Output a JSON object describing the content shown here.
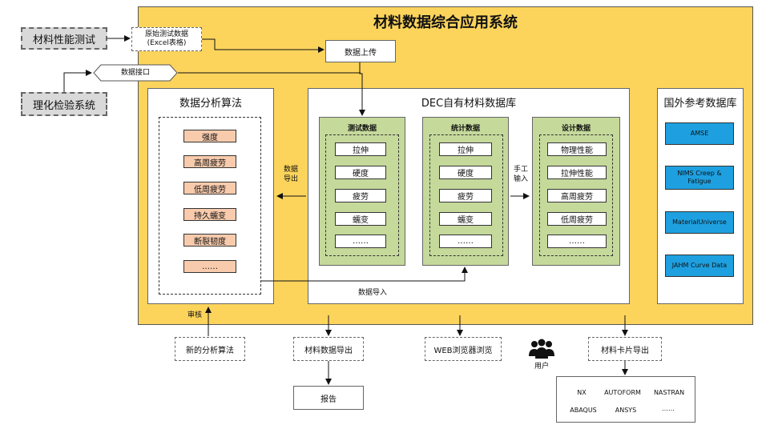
{
  "title": "材料数据综合应用系统",
  "external": {
    "material_test": "材料性能测试",
    "phys_chem": "理化检验系统"
  },
  "raw_data": [
    "原始测试数据",
    "(Excel表格)"
  ],
  "data_upload": "数据上传",
  "data_interface": "数据接口",
  "analysis": {
    "title": "数据分析算法",
    "items": [
      "强度",
      "高周疲劳",
      "低周疲劳",
      "持久蠕变",
      "断裂韧度",
      "……"
    ]
  },
  "dec": {
    "title": "DEC自有材料数据库",
    "groups": [
      {
        "title": "测试数据",
        "items": [
          "拉伸",
          "硬度",
          "疲劳",
          "蠕变",
          "……"
        ]
      },
      {
        "title": "统计数据",
        "items": [
          "拉伸",
          "硬度",
          "疲劳",
          "蠕变",
          "……"
        ]
      },
      {
        "title": "设计数据",
        "items": [
          "物理性能",
          "拉伸性能",
          "高周疲劳",
          "低周疲劳",
          "……"
        ]
      }
    ]
  },
  "foreign": {
    "title": "国外参考数据库",
    "items": [
      "AMSE",
      "NIMS Creep & Fatigue",
      "MaterialUniverse",
      "JAHM Curve Data"
    ]
  },
  "labels": {
    "export_1": "数据",
    "export_2": "导出",
    "manual_1": "手工",
    "manual_2": "输入",
    "import": "数据导入",
    "review": "审核"
  },
  "bottom": {
    "new_algo": "新的分析算法",
    "material_export": "材料数据导出",
    "web": "WEB浏览器浏览",
    "user": "用户",
    "card_export": "材料卡片导出",
    "report": "报告"
  },
  "software": [
    "NX",
    "AUTOFORM",
    "NASTRAN",
    "ABAQUS",
    "ANSYS",
    "……"
  ],
  "colors": {
    "main_panel": "#fcd45c",
    "green_panel": "#c5d99b",
    "algo_item": "#f8cbad",
    "blue_item": "#1ea0e0",
    "external_box": "#d9d9d9"
  }
}
